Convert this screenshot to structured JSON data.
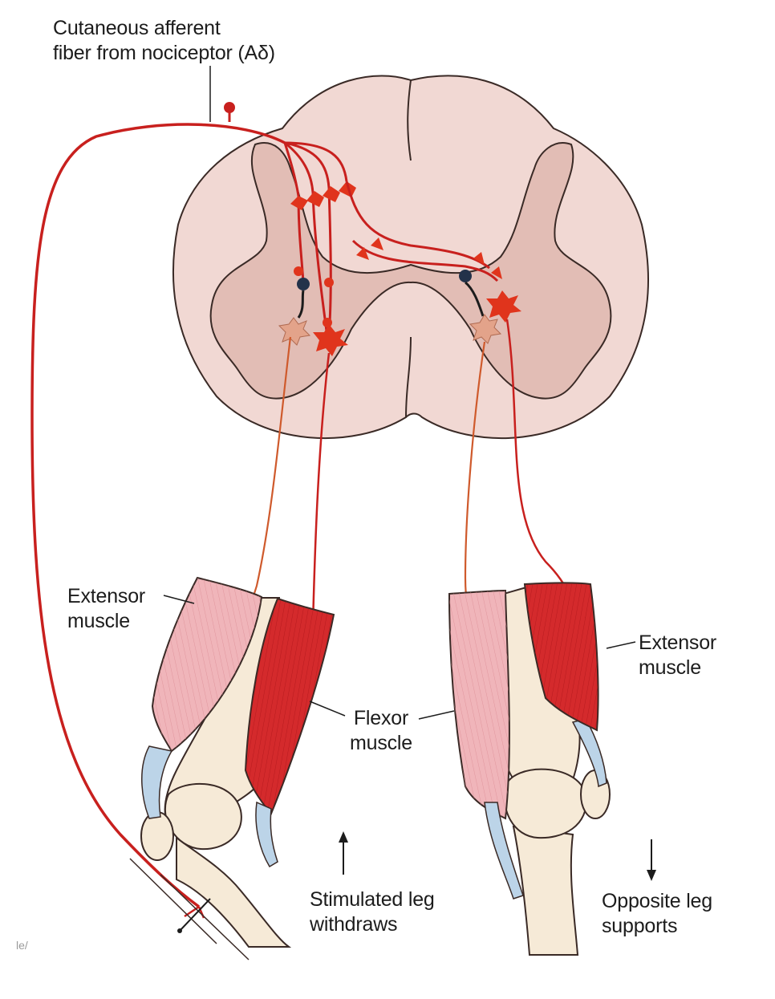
{
  "labels": {
    "afferent": [
      "Cutaneous afferent",
      "fiber from nociceptor (Aδ)"
    ],
    "extensor_left": [
      "Extensor",
      "muscle"
    ],
    "flexor": [
      "Flexor",
      "muscle"
    ],
    "extensor_right": [
      "Extensor",
      "muscle"
    ],
    "stimulated": [
      "Stimulated leg",
      "withdraws"
    ],
    "opposite": [
      "Opposite leg",
      "supports"
    ],
    "watermark": "le/"
  },
  "colors": {
    "nerve": "#c8201e",
    "cord_white": "#f1d8d3",
    "cord_grey": "#e2bdb5",
    "muscle_flexor": "#d42a2c",
    "muscle_extensor": "#f0b5ba",
    "bone": "#f6ead7",
    "tendon": "#bcd4e8",
    "outline": "#3a2a26"
  },
  "arrows": {
    "stimulated_direction": "up",
    "opposite_direction": "down"
  }
}
